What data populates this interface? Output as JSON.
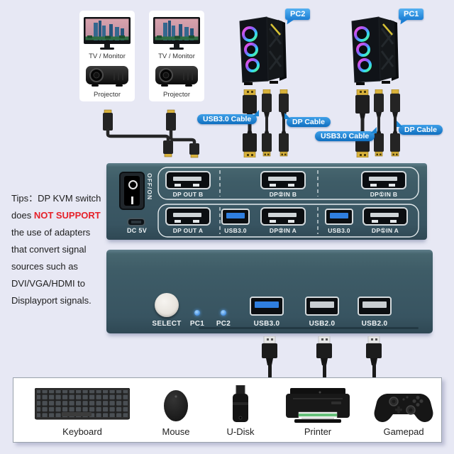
{
  "colors": {
    "background": "#e7e8f4",
    "panel_teal": "#3d5a66",
    "callout_blue": "#1d85d2",
    "warning_red": "#e62129",
    "usb3_blue": "#2f7fe0"
  },
  "top_devices": {
    "cards": [
      {
        "monitor": "TV / Monitor",
        "projector": "Projector"
      },
      {
        "monitor": "TV / Monitor",
        "projector": "Projector"
      }
    ],
    "pc2_label": "PC2",
    "pc1_label": "PC1"
  },
  "cable_labels": {
    "usb_left": "USB3.0 Cable",
    "dp_left": "DP Cable",
    "usb_right": "USB3.0 Cable",
    "dp_right": "DP Cable"
  },
  "tips": {
    "line1_prefix": "Tips：",
    "line1": "DP KVM switch",
    "line2_pre": "does ",
    "line2_highlight": "NOT SUPPORT",
    "line3": "the use of adapters",
    "line4": "that convert signal",
    "line5": "sources such as",
    "line6": "DVI/VGA/HDMI to",
    "line7": "Displayport signals."
  },
  "back_panel": {
    "power_switch": "OFF/ON",
    "dc_port": "DC 5V",
    "row1_labels": [
      "DP OUT B",
      "DP②IN B",
      "DP①IN B"
    ],
    "row2_labels": [
      "DP OUT A",
      "USB3.0",
      "DP②IN A",
      "USB3.0",
      "DP①IN A"
    ]
  },
  "front_panel": {
    "select": "SELECT",
    "led1": "PC1",
    "led2": "PC2",
    "usb3": "USB3.0",
    "usb2_a": "USB2.0",
    "usb2_b": "USB2.0"
  },
  "peripherals": [
    {
      "label": "Keyboard"
    },
    {
      "label": "Mouse"
    },
    {
      "label": "U-Disk"
    },
    {
      "label": "Printer"
    },
    {
      "label": "Gamepad"
    }
  ]
}
